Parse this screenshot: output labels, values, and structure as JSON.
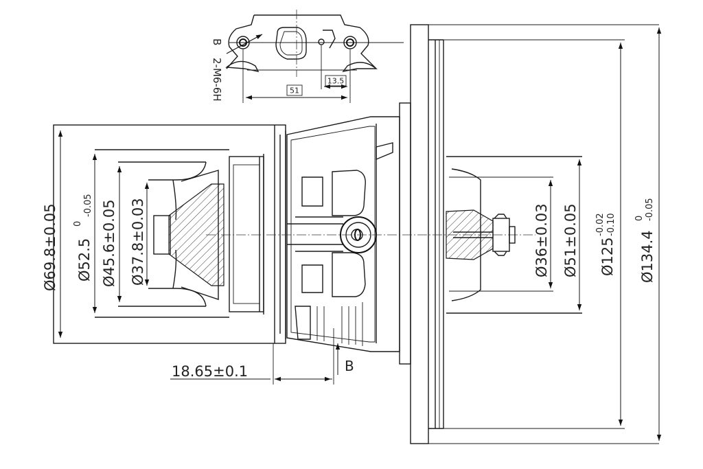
{
  "drawing": {
    "dims": {
      "d698": "Ø69.8±0.05",
      "d525": "Ø52.5",
      "d525_upper": "0",
      "d525_lower": "-0.05",
      "d456": "Ø45.6±0.05",
      "d378": "Ø37.8±0.03",
      "d36": "Ø36±0.03",
      "d51": "Ø51±0.05",
      "d125": "Ø125",
      "d125_upper": "-0.02",
      "d125_lower": "-0.10",
      "d1344": "Ø134.4",
      "d1344_upper": "0",
      "d1344_lower": "-0.05",
      "offset": "18.65±0.1",
      "section": "B"
    },
    "detail": {
      "dim_51": "51",
      "dim_135": "13.5",
      "thread": "2-M6-6H",
      "label_b": "B"
    }
  }
}
